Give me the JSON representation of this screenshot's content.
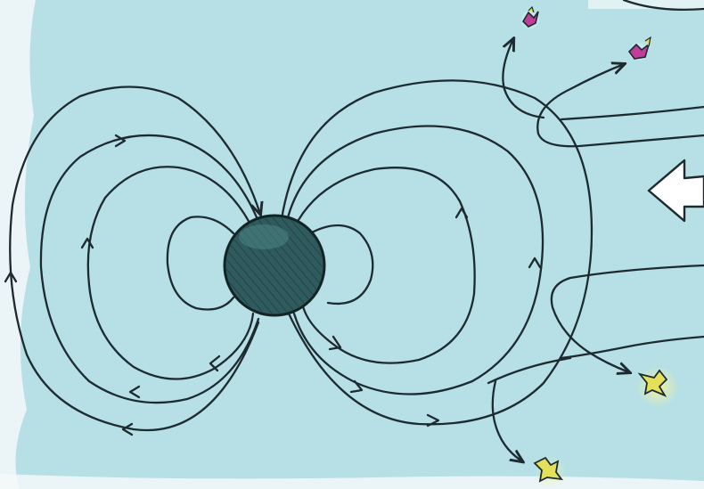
{
  "colors": {
    "background": "#b6dfe6",
    "paper_edge": "#f4f8f8",
    "ink": "#1d2a30",
    "planet_fill": "#2f5b5e",
    "planet_highlight": "#4d8585",
    "solar_wind_arrow_fill": "#ffffff",
    "particle_magenta": "#c03e9a",
    "particle_yellow": "#e4e05a",
    "particle_glow": "#f2f4a0"
  },
  "icons": {
    "planet": "hatched-sphere",
    "solar_wind": "hollow-arrow-left",
    "particle": "sparkle-particle"
  }
}
